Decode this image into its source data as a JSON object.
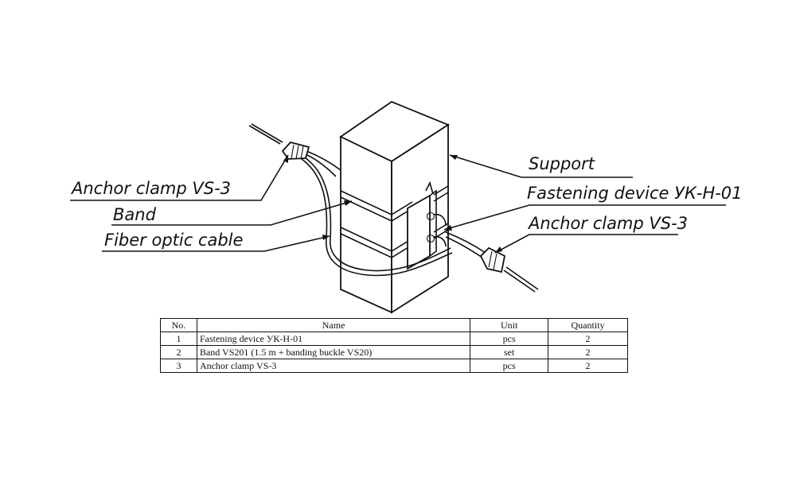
{
  "callouts": {
    "support": "Support",
    "fastening_device": "Fastening device УК-Н-01",
    "anchor_clamp_right": "Anchor clamp VS-3",
    "anchor_clamp_left": "Anchor clamp VS-3",
    "band": "Band",
    "fiber_optic_cable": "Fiber optic cable"
  },
  "table": {
    "headers": [
      "No.",
      "Name",
      "Unit",
      "Quantity"
    ],
    "rows": [
      {
        "no": "1",
        "name": "Fastening device УК-Н-01",
        "unit": "pcs",
        "qty": "2"
      },
      {
        "no": "2",
        "name": "Band VS201 (1.5 m + banding buckle VS20)",
        "unit": "set",
        "qty": "2"
      },
      {
        "no": "3",
        "name": "Anchor clamp VS-3",
        "unit": "pcs",
        "qty": "2"
      }
    ]
  }
}
